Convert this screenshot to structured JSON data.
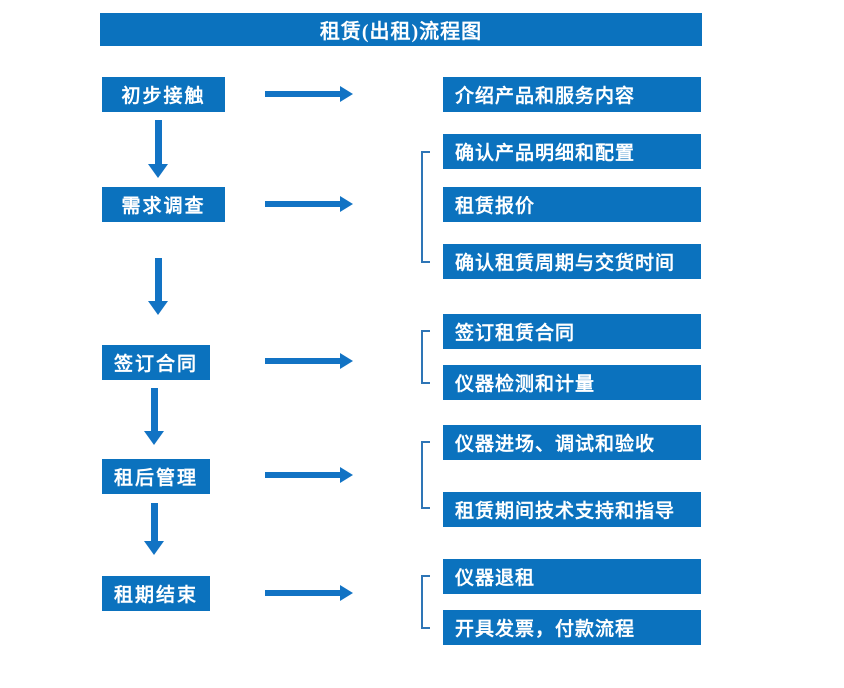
{
  "title": "租赁(出租)流程图",
  "colors": {
    "box_blue": "#0b72be",
    "arrow_blue": "#1273c4",
    "bracket_blue": "#2e75b6",
    "text_white": "#ffffff"
  },
  "flow": {
    "steps": [
      {
        "label": "初步接触",
        "details": [
          "介绍产品和服务内容"
        ]
      },
      {
        "label": "需求调查",
        "details": [
          "确认产品明细和配置",
          "租赁报价",
          "确认租赁周期与交货时间"
        ]
      },
      {
        "label": "签订合同",
        "details": [
          "签订租赁合同",
          "仪器检测和计量"
        ]
      },
      {
        "label": "租后管理",
        "details": [
          "仪器进场、调试和验收",
          "租赁期间技术支持和指导"
        ]
      },
      {
        "label": "租期结束",
        "details": [
          "仪器退租",
          "开具发票，付款流程"
        ]
      }
    ]
  }
}
